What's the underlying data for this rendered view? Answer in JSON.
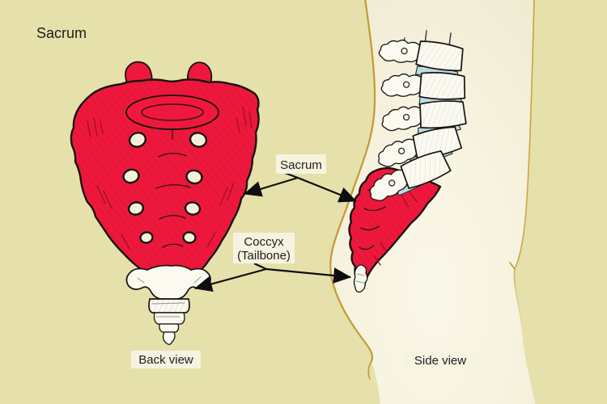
{
  "title": "Sacrum",
  "callouts": {
    "sacrum": {
      "label": "Sacrum"
    },
    "coccyx": {
      "label_line1": "Coccyx",
      "label_line2": "(Tailbone)"
    }
  },
  "back_view": {
    "caption": "Back view"
  },
  "side_view": {
    "caption": "Side view"
  },
  "colors": {
    "background": "#e6e0ab",
    "body_fill": "#f3efd8",
    "body_fill_light": "#fbf8ea",
    "bone_red": "#ee183c",
    "red_shade": "#9e0e26",
    "bone_white": "#fbfaf0",
    "disc_blue": "#bcdce0",
    "contour_gold": "#c39a33",
    "label_bg": "#f6f3e1",
    "outline": "#17120f",
    "text": "#1d1d1b"
  }
}
